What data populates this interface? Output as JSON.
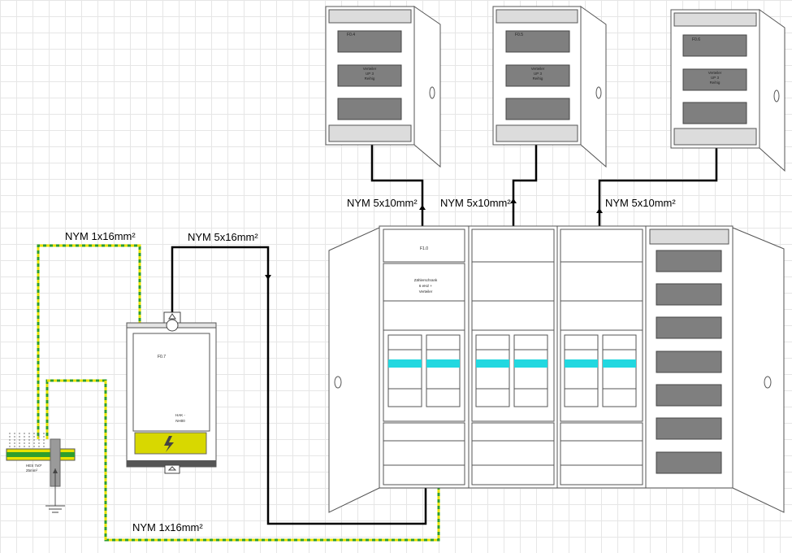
{
  "cables": {
    "sub1": "NYM 5x10mm²",
    "sub2": "NYM 5x10mm²",
    "sub3": "NYM 5x10mm²",
    "hak_feed": "NYM 5x16mm²",
    "pe_top": "NYM 1x16mm²",
    "pe_bottom": "NYM 1x16mm²"
  },
  "sub_panels": [
    {
      "id": "F0.4",
      "middle": [
        "Verteiler",
        "UP 3",
        "Reihig"
      ]
    },
    {
      "id": "F0.5",
      "middle": [
        "Verteiler",
        "UP 3",
        "Reihig"
      ]
    },
    {
      "id": "F0.6",
      "middle": [
        "Verteiler",
        "UP 3",
        "Reihig"
      ]
    }
  ],
  "hak": {
    "id": "F0.7",
    "label_1": "HAK -",
    "label_2": "NH00"
  },
  "main_panel": {
    "id": "F1.0",
    "desc": [
      "Zählerschrank",
      "6 eHZ +",
      "Verteiler"
    ]
  },
  "pe_bar": {
    "label_1": "HES 7x0*",
    "label_2": "25mm²"
  },
  "colors": {
    "pe_green": "#2e9e2e",
    "pe_yellow": "#e9e200",
    "meter_cyan": "#22d8e0",
    "hak_fuse": "#d8d800",
    "wire_black": "#000000"
  }
}
